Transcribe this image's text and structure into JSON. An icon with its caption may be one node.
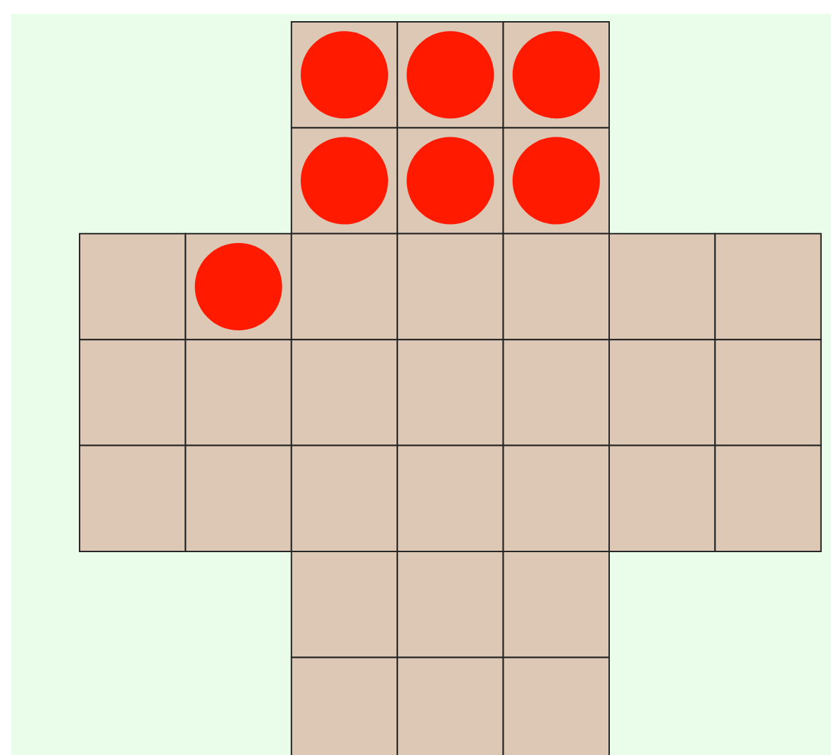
{
  "diagram": {
    "nodes": [
      {
        "text": [],
        "shape": "box"
      },
      {
        "text": [],
        "shape": "box"
      },
      {
        "text": [],
        "shape": "box"
      },
      {
        "text": [],
        "shape": "box"
      },
      {
        "text": [],
        "shape": "box"
      },
      {
        "text": [],
        "shape": "box"
      },
      {
        "text": [],
        "shape": "box"
      },
      {
        "text": [],
        "shape": "box"
      },
      {
        "text": [],
        "shape": "box"
      },
      {
        "text": [],
        "shape": "box"
      },
      {
        "text": [],
        "shape": "box"
      },
      {
        "text": [],
        "shape": "box"
      },
      {
        "text": [],
        "shape": "box"
      },
      {
        "text": [],
        "shape": "box"
      },
      {
        "text": [],
        "shape": "box"
      },
      {
        "text": [],
        "shape": "box"
      },
      {
        "text": [],
        "shape": "box"
      },
      {
        "text": [],
        "shape": "box"
      },
      {
        "text": [],
        "shape": "box"
      },
      {
        "text": [],
        "shape": "box"
      },
      {
        "text": [],
        "shape": "box"
      },
      {
        "text": [],
        "shape": "box"
      },
      {
        "text": [],
        "shape": "box"
      },
      {
        "text": [],
        "shape": "box"
      },
      {
        "text": [],
        "shape": "box"
      },
      {
        "text": [],
        "shape": "box"
      },
      {
        "text": [],
        "shape": "box"
      },
      {
        "text": [],
        "shape": "box"
      },
      {
        "text": [],
        "shape": "box"
      },
      {
        "text": [],
        "shape": "box"
      },
      {
        "text": [],
        "shape": "box"
      },
      {
        "text": [],
        "shape": "box"
      },
      {
        "text": [],
        "shape": "box"
      },
      {
        "text": [],
        "shape": "circle",
        "in": 0
      },
      {
        "text": [],
        "shape": "circle",
        "in": 1
      },
      {
        "text": [],
        "shape": "circle",
        "in": 2
      },
      {
        "text": [],
        "shape": "circle",
        "in": 3
      },
      {
        "text": [],
        "shape": "circle",
        "in": 4
      },
      {
        "text": [],
        "shape": "circle",
        "in": 5
      },
      {
        "text": [],
        "shape": "circle",
        "in": 7
      }
    ]
  }
}
